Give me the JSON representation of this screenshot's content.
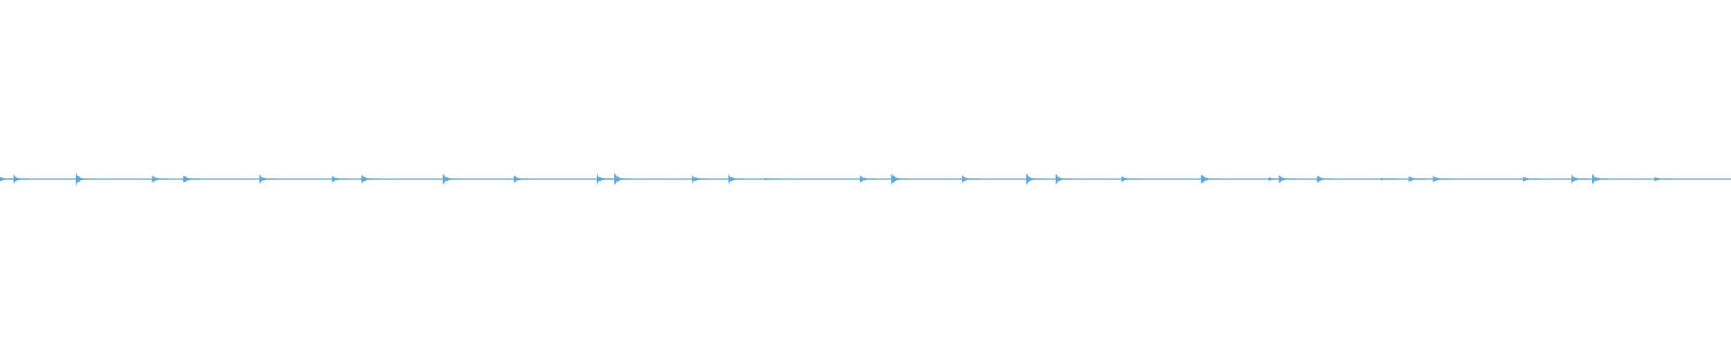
{
  "waveform": {
    "color": "#5aa9e0",
    "background": "#ffffff",
    "bursts": [
      {
        "t": 0.0,
        "a": 0.35
      },
      {
        "t": 0.008,
        "a": 0.55
      },
      {
        "t": 0.044,
        "a": 0.85
      },
      {
        "t": 0.088,
        "a": 0.55
      },
      {
        "t": 0.106,
        "a": 0.65
      },
      {
        "t": 0.15,
        "a": 0.6
      },
      {
        "t": 0.192,
        "a": 0.55
      },
      {
        "t": 0.209,
        "a": 0.65
      },
      {
        "t": 0.256,
        "a": 0.75
      },
      {
        "t": 0.297,
        "a": 0.55
      },
      {
        "t": 0.345,
        "a": 0.7
      },
      {
        "t": 0.355,
        "a": 0.85
      },
      {
        "t": 0.4,
        "a": 0.55
      },
      {
        "t": 0.421,
        "a": 0.6
      },
      {
        "t": 0.442,
        "a": 0.2
      },
      {
        "t": 0.497,
        "a": 0.6
      },
      {
        "t": 0.515,
        "a": 0.85
      },
      {
        "t": 0.556,
        "a": 0.55
      },
      {
        "t": 0.593,
        "a": 0.75
      },
      {
        "t": 0.61,
        "a": 0.75
      },
      {
        "t": 0.648,
        "a": 0.45
      },
      {
        "t": 0.694,
        "a": 0.7
      },
      {
        "t": 0.733,
        "a": 0.3
      },
      {
        "t": 0.739,
        "a": 0.55
      },
      {
        "t": 0.761,
        "a": 0.55
      },
      {
        "t": 0.798,
        "a": 0.2
      },
      {
        "t": 0.814,
        "a": 0.45
      },
      {
        "t": 0.828,
        "a": 0.55
      },
      {
        "t": 0.88,
        "a": 0.4
      },
      {
        "t": 0.908,
        "a": 0.6
      },
      {
        "t": 0.92,
        "a": 0.8
      },
      {
        "t": 0.956,
        "a": 0.35
      }
    ]
  }
}
